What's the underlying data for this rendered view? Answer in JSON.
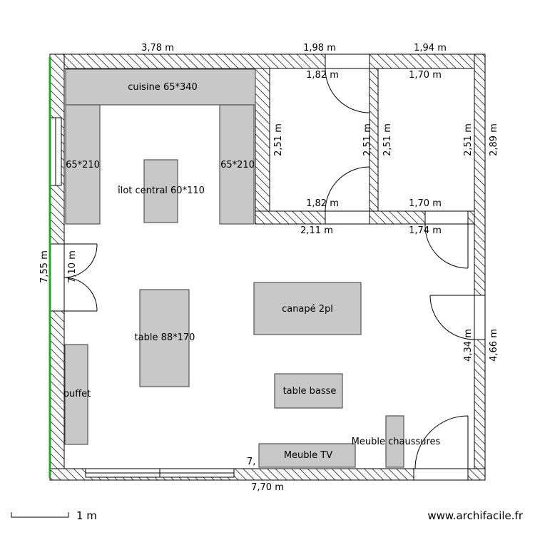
{
  "plan": {
    "dimensions": {
      "top_left": "3,78 m",
      "top_mid": "1,98 m",
      "top_right": "1,94 m",
      "room1_top_inner": "1,82 m",
      "room2_top_inner": "1,70 m",
      "room1_left_side": "2,51 m",
      "room1_right_side": "2,51 m",
      "room2_left_side": "2,51 m",
      "room2_right_side": "2,51 m",
      "outer_right_top": "2,89 m",
      "room1_bottom_inner": "1,82 m",
      "room2_bottom_inner": "1,70 m",
      "below_room1": "2,11 m",
      "below_room2": "1,74 m",
      "left_outer": "7,55 m",
      "left_inner": "7,10 m",
      "right_inner": "4,34 m",
      "right_outer": "4,66 m",
      "bottom_inner_small": "7,",
      "bottom_outer": "7,70 m"
    },
    "furniture": {
      "kitchen": "cuisine 65*340",
      "counter_left": "65*210",
      "counter_right": "65*210",
      "island": "îlot central 60*110",
      "table": "table 88*170",
      "sofa": "canapé 2pl",
      "coffee_table": "table basse",
      "buffet": "buffet",
      "tv_unit": "Meuble TV",
      "shoe_cabinet": "Meuble chaussures"
    },
    "scale_label": "1 m",
    "watermark": "www.archifacile.fr"
  },
  "colors": {
    "furniture_fill": "#c8c8c8",
    "window_green": "#2aa02a",
    "wall_line": "#000000"
  }
}
